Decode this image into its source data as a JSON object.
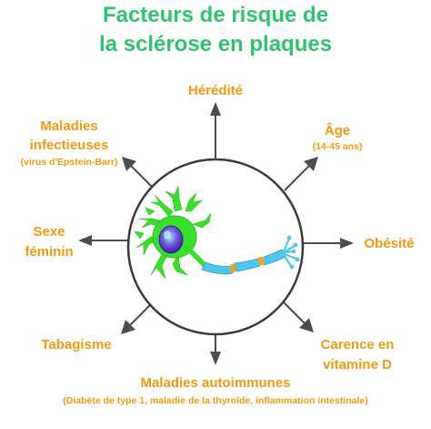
{
  "title": {
    "line1": "Facteurs de risque de",
    "line2": "la sclérose en plaques"
  },
  "factors": {
    "heredite": {
      "label": "Hérédité"
    },
    "age": {
      "label": "Âge",
      "sub": "(14-45 ans)"
    },
    "obesite": {
      "label": "Obésité"
    },
    "carence": {
      "line1": "Carence en",
      "line2": "vitamine D"
    },
    "autoimmunes": {
      "label": "Maladies autoimmunes",
      "sub": "(Diabète de type 1, maladie de la thyroïde, inflammation intestinale)"
    },
    "tabagisme": {
      "label": "Tabagisme"
    },
    "sexe": {
      "line1": "Sexe",
      "line2": "féminin"
    },
    "infectieuses": {
      "line1": "Maladies",
      "line2": "infectieuses",
      "sub": "(virus d'Epstein-Barr)"
    }
  },
  "colors": {
    "title": "#2ec56e",
    "factor_text": "#f29a0f",
    "arrow": "#4d4d4d",
    "circle_stroke": "#3a3a3a",
    "dendrite": "#39e029",
    "nucleus": "#5b36c9",
    "axon": "#4fc6ee",
    "myelin_node": "#f5a41a"
  },
  "icons": [
    "neuron-illustration",
    "arrow-icon"
  ]
}
